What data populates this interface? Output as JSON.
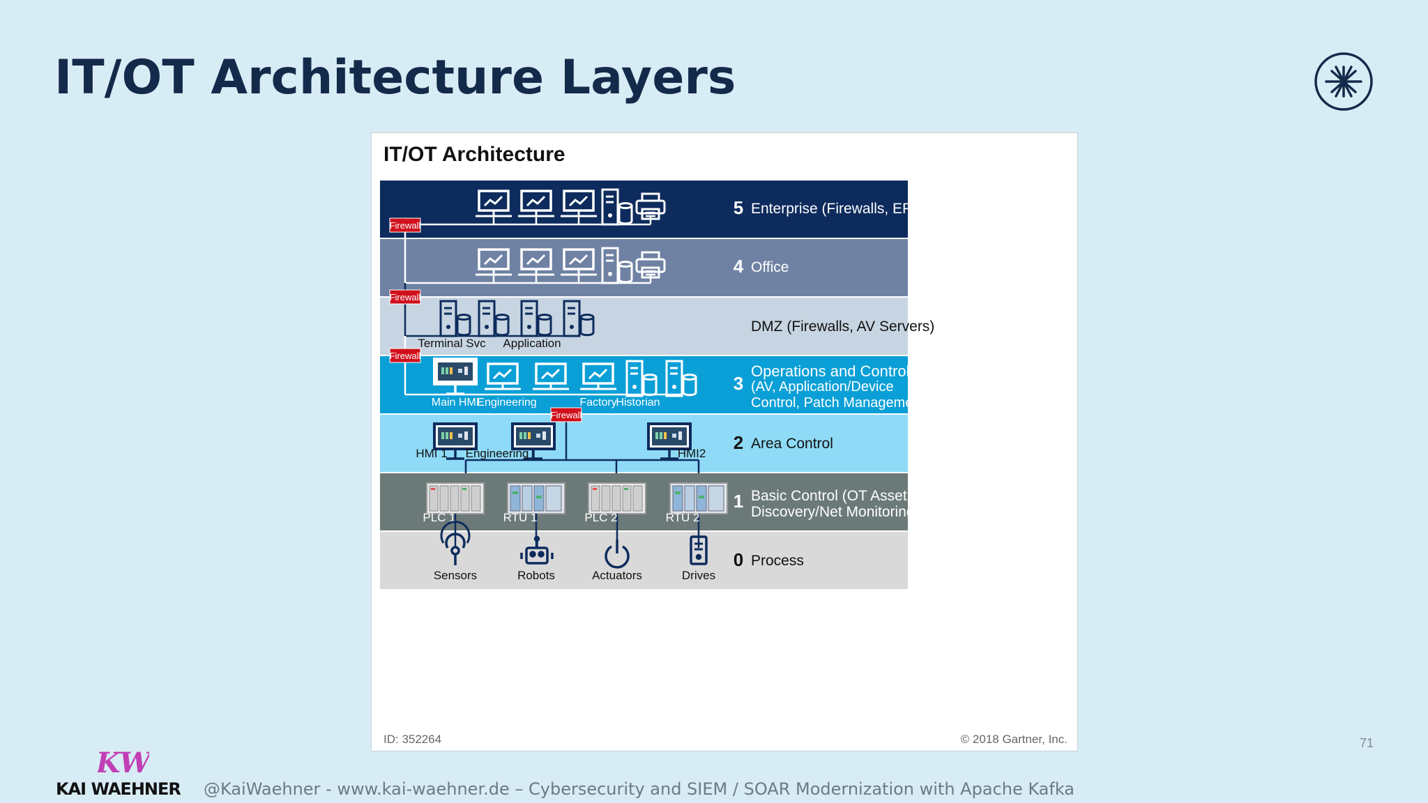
{
  "slide": {
    "title": "IT/OT Architecture Layers",
    "page_number": "71",
    "footer": "@KaiWaehner - www.kai-waehner.de – Cybersecurity and SIEM / SOAR Modernization with Apache Kafka",
    "brand_monogram": "KW",
    "brand_name": "KAI WAEHNER"
  },
  "figure": {
    "title": "IT/OT Architecture",
    "id_text": "ID: 352264",
    "copyright": "© 2018 Gartner, Inc.",
    "firewall_label": "Firewall",
    "layers": [
      {
        "key": "enterprise",
        "num": "5",
        "lines": [
          "Enterprise (Firewalls, EPPs)"
        ],
        "color": "#0d2b5c"
      },
      {
        "key": "office",
        "num": "4",
        "lines": [
          "Office"
        ],
        "color": "#6f82a3"
      },
      {
        "key": "dmz",
        "num": "",
        "lines": [
          "DMZ (Firewalls, AV Servers)"
        ],
        "color": "#c7d5e2"
      },
      {
        "key": "operations",
        "num": "3",
        "lines": [
          "Operations and Control",
          "(AV, Application/Device",
          "Control, Patch Management)"
        ],
        "color": "#0a9fd6"
      },
      {
        "key": "area",
        "num": "2",
        "lines": [
          "Area Control"
        ],
        "color": "#8fdaf6"
      },
      {
        "key": "basic",
        "num": "1",
        "lines": [
          "Basic Control (OT Asset",
          "Discovery/Net Monitoring)"
        ],
        "color": "#6b7a78"
      },
      {
        "key": "process",
        "num": "0",
        "lines": [
          "Process"
        ],
        "color": "#d9d9d9"
      }
    ],
    "device_labels": {
      "terminal_svc": "Terminal Svc",
      "application": "Application",
      "main_hmi": "Main HMI",
      "engineering_ops": "Engineering",
      "factory": "Factory",
      "historian": "Historian",
      "hmi1": "HMI 1",
      "engineering_area": "Engineering",
      "hmi2": "HMI2",
      "plc1": "PLC 1",
      "rtu1": "RTU 1",
      "plc2": "PLC 2",
      "rtu2": "RTU 2",
      "sensors": "Sensors",
      "robots": "Robots",
      "actuators": "Actuators",
      "drives": "Drives"
    },
    "colors": {
      "firewall": "#d0101c",
      "dark_line": "#0d2b5c",
      "white": "#ffffff"
    }
  }
}
